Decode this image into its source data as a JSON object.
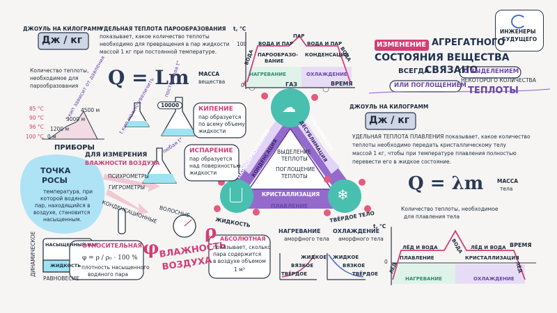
{
  "logo": {
    "line1": "ИНЖЕНЕРЫ",
    "line2": "БУДУЩЕГО"
  },
  "header_right": {
    "w1": "ИЗМЕНЕНИЕ",
    "w2": "АГРЕГАТНОГО",
    "w3": "СОСТОЯНИЯ ВЕЩЕСТВА",
    "w4": "ВСЕГДА",
    "w5": "СВЯЗАНО",
    "w6": "С ВЫДЕЛЕНИЕМ",
    "w7": "ИЛИ ПОГЛОЩЕНИЕМ",
    "w8": "НЕКОТОРОГО КОЛИЧЕСТВА",
    "w9": "ТЕПЛОТЫ"
  },
  "left_top": {
    "unit_caption": "ДЖОУЛЬ НА КИЛОГРАММ",
    "unit": "Дж / кг",
    "definition_title": "УДЕЛЬНАЯ ТЕПЛОТА ПАРООБРАЗОВАНИЯ",
    "definition_body1": "показывает, какое количество теплоты",
    "definition_body2": "необходимо для превращения в пар жидкости",
    "definition_body3": "массой 1 кг при постоянной температуре.",
    "heat_note1": "Количество теплоты,",
    "heat_note2": "необходимое для",
    "heat_note3": "парообразования",
    "formula": "Q = Lm",
    "mass_note1": "МАССА",
    "mass_note2": "вещества"
  },
  "boiling_graph": {
    "temps": [
      "85 °С",
      "90 °С",
      "96 °С",
      "100 °С"
    ],
    "heights": [
      "4500 м",
      "3000 м",
      "1200 м",
      "0 м"
    ],
    "caption": "t кип зависит от давления"
  },
  "flasks": {
    "increase": "t кип можно увеличить",
    "constant": "постоянная t°",
    "any": "любая t°",
    "boil_badge": "10000",
    "kipenie_title": "КИПЕНИЕ",
    "kipenie_body1": "пар образуется",
    "kipenie_body2": "по всему объему",
    "kipenie_body3": "жидкости",
    "isparenie_title": "ИСПАРЕНИЕ",
    "isparenie_body1": "пар образуется",
    "isparenie_body2": "над поверхностью",
    "isparenie_body3": "жидкости"
  },
  "devices": {
    "title1": "ПРИБОРЫ",
    "title2": "ДЛЯ ИЗМЕРЕНИЯ",
    "subtitle": "ВЛАЖНОСТИ ВОЗДУХА",
    "psychro": "ПСИХРОМЕТРЫ",
    "hygro": "ГИГРОМЕТРЫ",
    "condens": "КОНДЕНСАЦИОННЫЕ",
    "hair": "ВОЛОСНЫЕ"
  },
  "dew": {
    "title1": "ТОЧКА",
    "title2": "РОСЫ",
    "body1": "температура, при",
    "body2": "которой водяной",
    "body3": "пар, находящийся в",
    "body4": "воздухе, становится",
    "body5": "насыщенным.",
    "vessel_top": "НАСЫЩЕННЫЙ ПАР",
    "vessel_bottom": "ЖИДКОСТЬ",
    "side": "ДИНАМИЧЕСКОЕ",
    "bottom": "РАВНОВЕСИЕ"
  },
  "humidity": {
    "relative": "ОТНОСИТЕЛЬНАЯ",
    "formula": "φ = ρ / ρ₀ · 100 %",
    "note1": "плотность насыщенного",
    "note2": "водяного пара",
    "big1": "ВЛАЖНОСТЬ",
    "big2": "ВОЗДУХА",
    "phi": "φ",
    "rho": "ρ",
    "absolute": "АБСОЛЮТНАЯ",
    "abs_body1": "показывает, сколько",
    "abs_body2": "пара содержится",
    "abs_body3": "в воздухе объемом",
    "abs_body4": "1 м³"
  },
  "triangle": {
    "gas": "ГАЗ",
    "liquid": "ЖИДКОСТЬ",
    "solid": "ТВЁРДОЕ ТЕЛО",
    "vapor": "ПАРООБРАЗОВАНИЕ",
    "condensation": "КОНДЕНСАЦИЯ",
    "sublimation": "СУБЛИМАЦИЯ",
    "desublimation": "ДЕСУБЛИМАЦИЯ",
    "crystallization": "КРИСТАЛЛИЗАЦИЯ",
    "melting": "ПЛАВЛЕНИЕ",
    "release1": "ВЫДЕЛЕНИЕ",
    "release2": "ТЕПЛОТЫ",
    "absorb1": "ПОГЛОЩЕНИЕ",
    "absorb2": "ТЕПЛОТЫ"
  },
  "top_graph": {
    "t_axis": "t, °С",
    "tick_100": "100",
    "tick_0": "0",
    "time": "ВРЕМЯ",
    "water_left": "ВОДА",
    "water_right": "ВОДА",
    "seg1_1": "ВОДА И ПАР",
    "seg1_2": "ПАРООБРАЗО-",
    "seg1_3": "ВАНИЕ",
    "steam": "ПАР",
    "seg2_1": "ВОДА И ПАР",
    "seg2_2": "КОНДЕНСАЦИЯ",
    "heating": "НАГРЕВАНИЕ",
    "cooling": "ОХЛАЖДЕНИЕ"
  },
  "right_mid": {
    "unit_caption": "ДЖОУЛЬ НА КИЛОГРАММ",
    "unit": "Дж / кг",
    "def1": "УДЕЛЬНАЯ ТЕПЛОТА ПЛАВЛЕНИЯ показывает, какое количество",
    "def2": "теплоты необходимо передать кристаллическому телу",
    "def3": "массой 1 кг, чтобы при температуре плавления полностью",
    "def4": "перевести его в жидкое состояние.",
    "formula": "Q = λm",
    "mass1": "МАССА",
    "mass2": "тела",
    "heat1": "Количество теплоты, необходимое",
    "heat2": "для плавления тела"
  },
  "bottom_graph": {
    "t_axis": "t, °С",
    "tick_0": "0",
    "time": "ВРЕМЯ",
    "ice_left": "ЛЁД",
    "mix1": "ЛЁД И ВОДА",
    "melt": "ПЛАВЛЕНИЕ",
    "water": "ВОДА",
    "mix2": "ЛЁД И ВОДА",
    "cryst": "КРИСТАЛЛИЗАЦИЯ",
    "ice_right": "ЛЁД",
    "heating": "НАГРЕВАНИЕ",
    "cooling": "ОХЛАЖДЕНИЕ"
  },
  "amorphous": {
    "h_title1": "НАГРЕВАНИЕ",
    "h_title2": "аморфного тела",
    "c_title1": "ОХЛАЖДЕНИЕ",
    "c_title2": "аморфного тела",
    "liquid": "ЖИДКОЕ",
    "viscous": "ВЯЗКОЕ",
    "solid": "ТВЁРДОЕ"
  },
  "colors": {
    "pink": "#d43d74",
    "navy": "#1f3151",
    "purple": "#8a5cc9",
    "teal": "#49bfb0",
    "green_bg": "#dff3ea",
    "violet_bg": "#e7dcf5",
    "blue_blob": "#aee3f6"
  }
}
